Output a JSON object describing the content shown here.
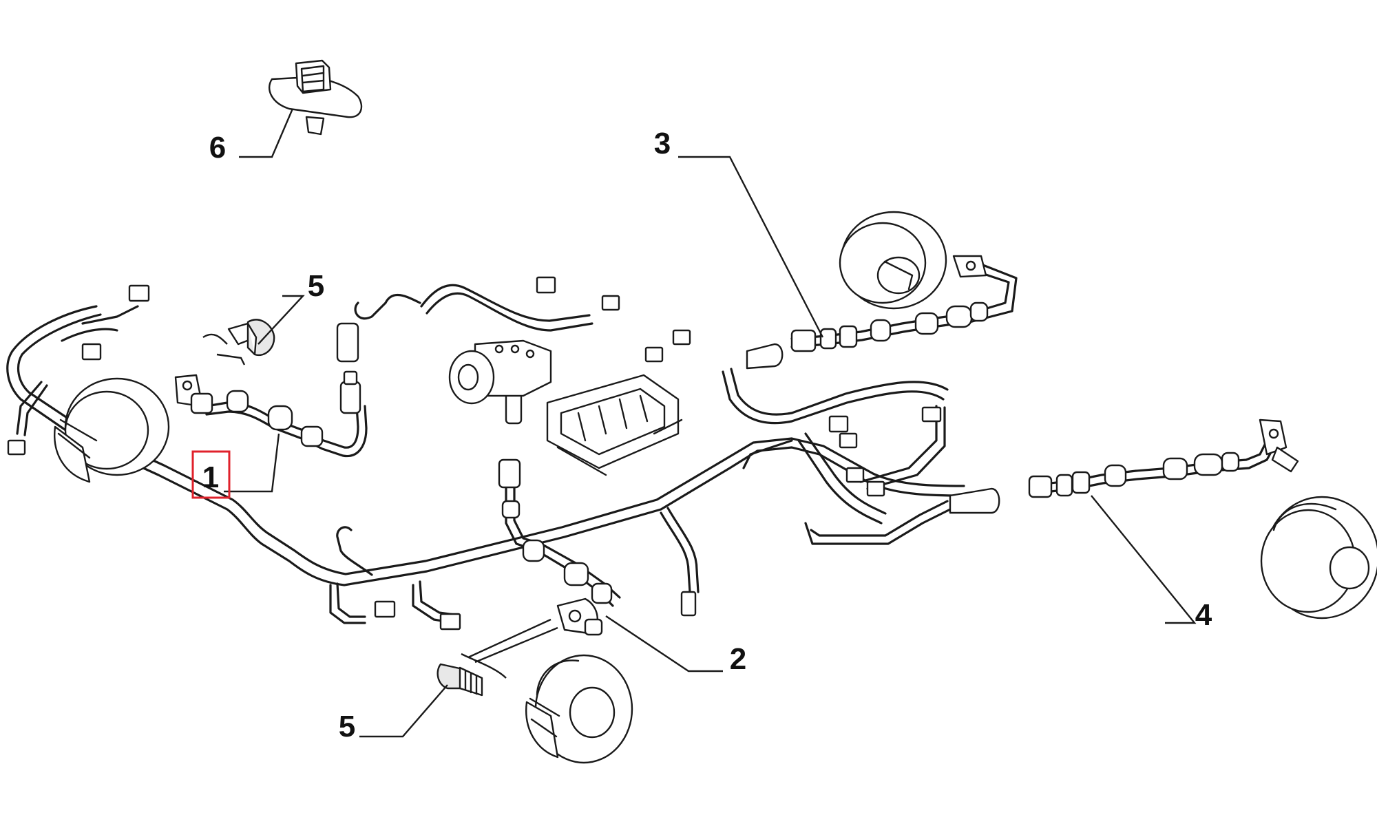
{
  "callouts": [
    {
      "id": "c1",
      "number": "1",
      "highlighted": true
    },
    {
      "id": "c2",
      "number": "2",
      "highlighted": false
    },
    {
      "id": "c3",
      "number": "3",
      "highlighted": false
    },
    {
      "id": "c4",
      "number": "4",
      "highlighted": false
    },
    {
      "id": "c5a",
      "number": "5",
      "highlighted": false
    },
    {
      "id": "c5b",
      "number": "5",
      "highlighted": false
    },
    {
      "id": "c6",
      "number": "6",
      "highlighted": false
    }
  ],
  "colors": {
    "line": "#1a1a1a",
    "highlight": "#e0212b",
    "background": "#ffffff"
  }
}
